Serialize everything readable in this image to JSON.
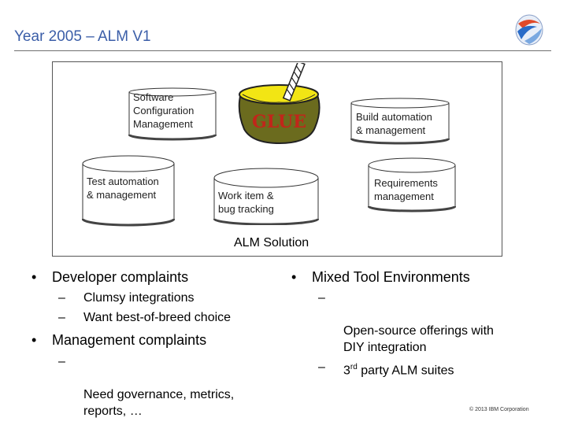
{
  "slide": {
    "title": "Year 2005 – ALM V1",
    "copyright": "© 2013 IBM Corporation"
  },
  "diagram": {
    "cylinders": {
      "scm": "Software\nConfiguration\nManagement",
      "build": "Build automation\n& management",
      "test": "Test automation\n& management",
      "workitem": "Work item &\nbug tracking",
      "requirements": "Requirements\nmanagement"
    },
    "glue_label": "GLUE",
    "solution_label": "ALM Solution"
  },
  "left_bullets": {
    "b1": "Developer complaints",
    "b1_subs": [
      "Clumsy integrations",
      "Want best-of-breed choice"
    ],
    "b2": "Management complaints",
    "b2_subs": [
      "Need governance, metrics,\nreports, …"
    ]
  },
  "right_bullets": {
    "b1": "Mixed Tool Environments",
    "sub1": "Open-source offerings with\nDIY integration",
    "sub2_prefix": "3",
    "sub2_sup": "rd",
    "sub2_rest": " party ALM suites"
  },
  "glyphs": {
    "bullet": "•",
    "dash": "–"
  },
  "colors": {
    "title": "#3b5ea8",
    "glue_pot": "#6b6b1e",
    "glue_lid": "#f2e514",
    "glue_text": "#c0261a"
  },
  "icons": {
    "logo": "swirl-logo-icon",
    "glue": "glue-pot-icon"
  }
}
